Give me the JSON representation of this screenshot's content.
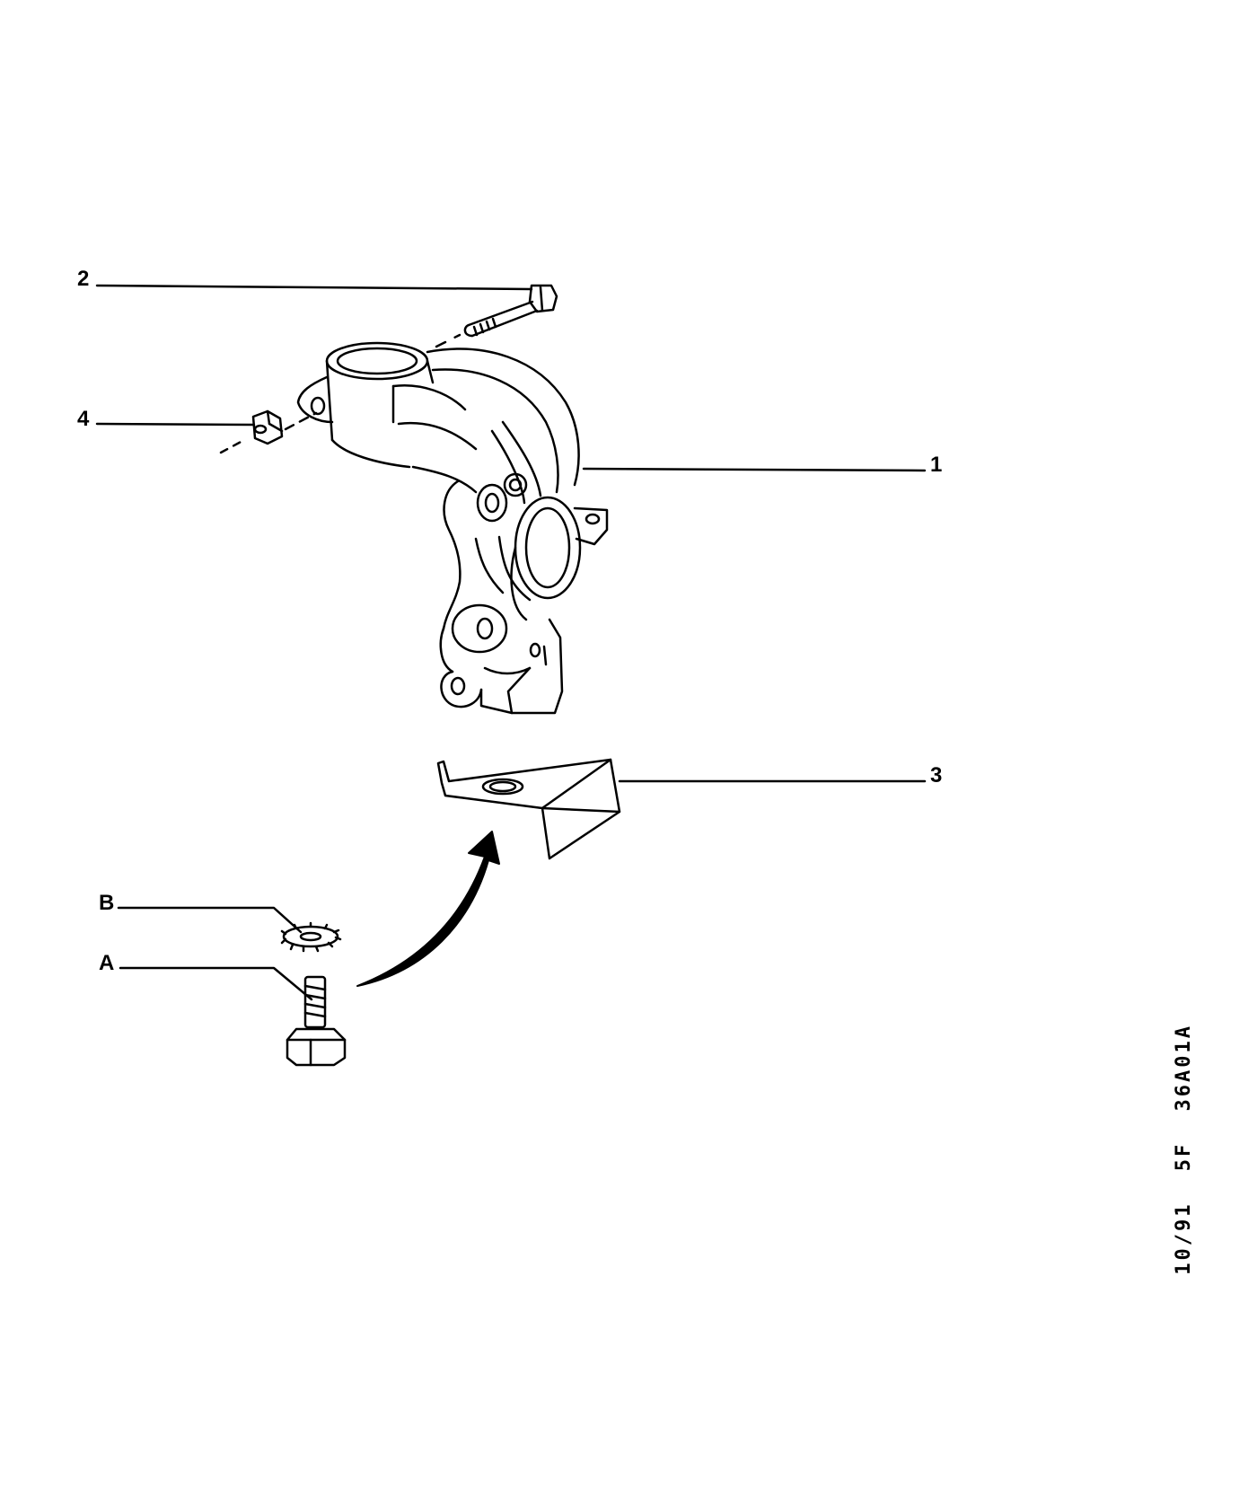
{
  "callouts": {
    "part_1": "1",
    "part_2": "2",
    "part_3": "3",
    "part_4": "4",
    "part_A": "A",
    "part_B": "B"
  },
  "reference": {
    "date": "10/91",
    "series": "5F",
    "drawing_code": "36A01A"
  },
  "colors": {
    "ink": "#000000",
    "paper": "#ffffff"
  }
}
